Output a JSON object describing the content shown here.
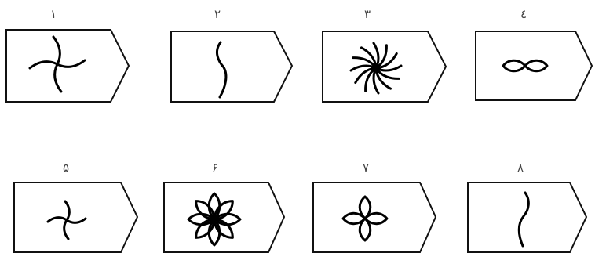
{
  "figures": [
    {
      "label": "۱",
      "icon": "four-curved-arms-pinwheel"
    },
    {
      "label": "۲",
      "icon": "single-s-curve"
    },
    {
      "label": "۳",
      "icon": "twelve-curved-arms-pinwheel"
    },
    {
      "label": "٤",
      "icon": "two-petal-lens"
    },
    {
      "label": "۵",
      "icon": "four-short-curved-arms"
    },
    {
      "label": "۶",
      "icon": "eight-petal-flower"
    },
    {
      "label": "۷",
      "icon": "four-petal-flower"
    },
    {
      "label": "۸",
      "icon": "single-s-curve-long"
    }
  ]
}
